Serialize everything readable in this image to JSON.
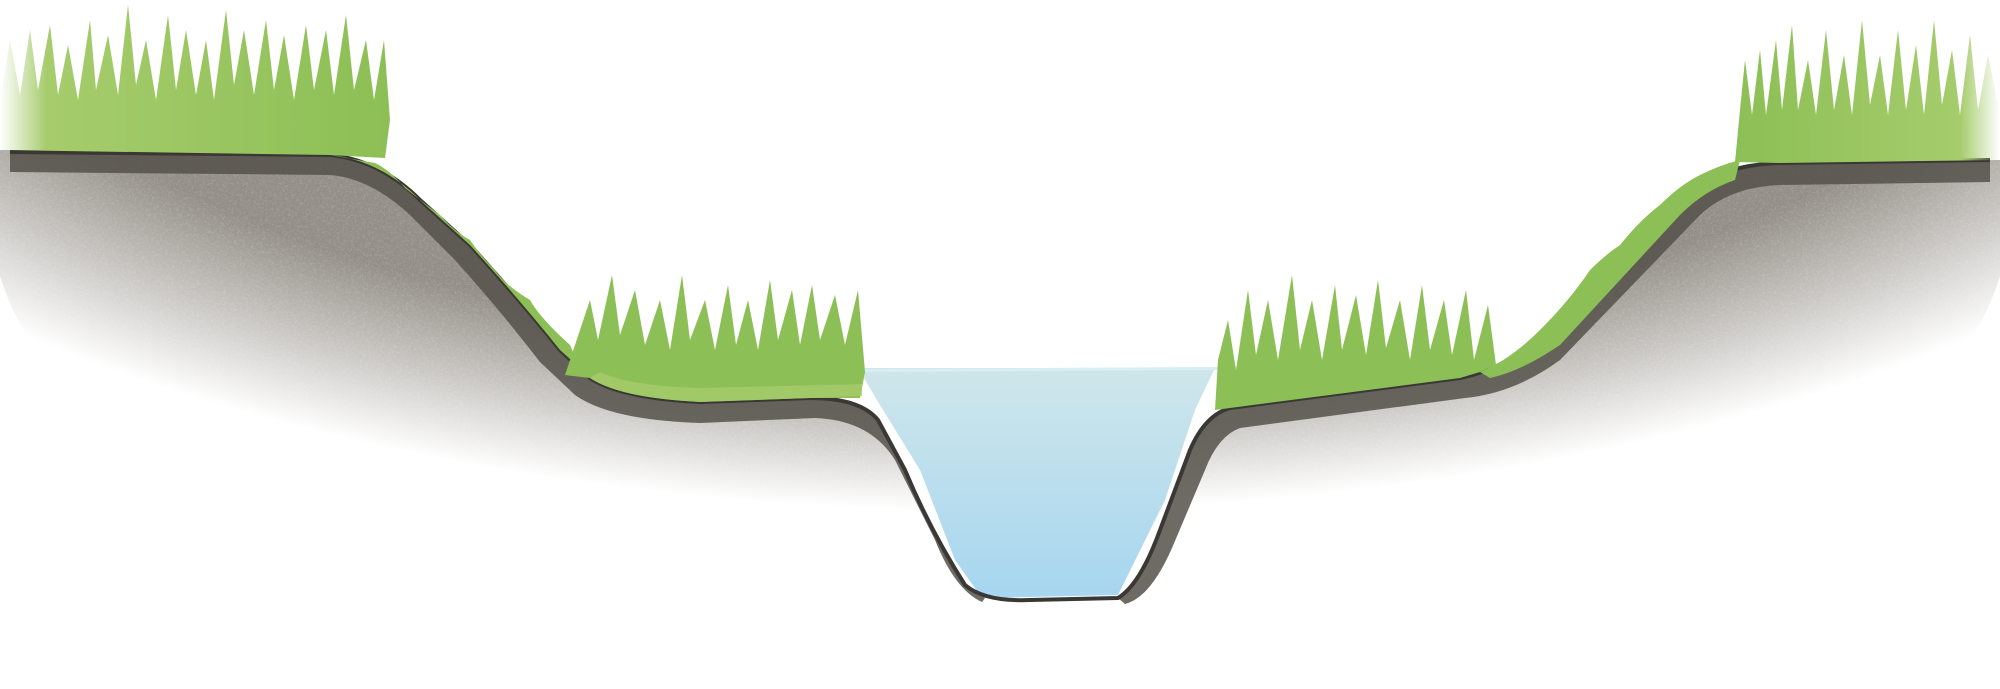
{
  "diagram": {
    "kind": "channel-cross-section",
    "elements": [
      "upper-left-bank",
      "left-floodplain-bench",
      "main-channel",
      "right-floodplain-bench",
      "upper-right-bank"
    ],
    "colors": {
      "soil_base": "#7d7870",
      "soil_dark": "#55514a",
      "soil_light": "#b8b3aa",
      "soil_edge": "#3a3834",
      "grass_light": "#a6cc6c",
      "grass_mid": "#8cbf55",
      "grass_dark": "#6fa63a",
      "water_top": "#cfe6ea",
      "water_bottom": "#a6d6f0",
      "water_line": "#d7eef2",
      "background": "#ffffff"
    }
  }
}
